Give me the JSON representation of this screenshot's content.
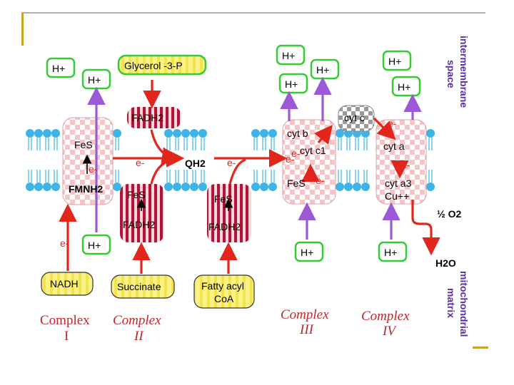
{
  "labels": {
    "h_plus": "H+",
    "glycerol": "Glycerol -3-P",
    "fadh2": "FADH2",
    "fes": "FeS",
    "fmnh2": "FMNH2",
    "qh2": "QH2",
    "e_minus": "e-",
    "cyt_c": "cyt c",
    "cyt_b": "cyt b",
    "cyt_c1": "cyt c1",
    "cyt_a": "cyt a",
    "cyt_a3": "cyt a3",
    "cu": "Cu++",
    "half_o2": "½ O2",
    "h2o": "H2O",
    "nadh": "NADH",
    "succinate": "Succinate",
    "fatty_acyl_1": "Fatty acyl",
    "fatty_acyl_2": "CoA"
  },
  "complexes": {
    "c1_line1": "Complex",
    "c1_line2": "I",
    "c2_line1": "Complex",
    "c2_line2": "II",
    "c3_line1": "Complex",
    "c3_line2": "III",
    "c4_line1": "Complex",
    "c4_line2": "IV"
  },
  "sides": {
    "intermembrane_1": "intermembrane",
    "intermembrane_2": "space",
    "matrix_1": "mitochondrial",
    "matrix_2": "matrix"
  },
  "colors": {
    "membrane_head": "#3db3e6",
    "complex_fill": "#f2c9c9",
    "complex_stripe": "#b5123a",
    "green_box": "#33cc33",
    "yellow_box": "#fbf287",
    "arrow_red": "#e2261c",
    "arrow_purple": "#9b59d6",
    "caption": "#c0262c",
    "frame_gold": "#c9a227"
  }
}
